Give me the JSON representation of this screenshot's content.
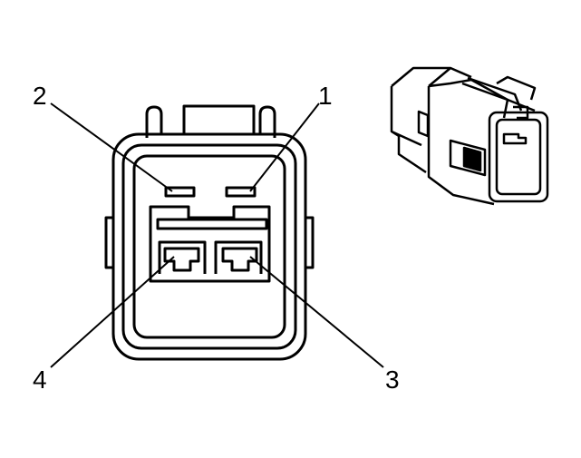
{
  "callouts": {
    "pin1": "1",
    "pin2": "2",
    "pin3": "3",
    "pin4": "4"
  },
  "colors": {
    "line": "#000000",
    "background": "#ffffff"
  }
}
